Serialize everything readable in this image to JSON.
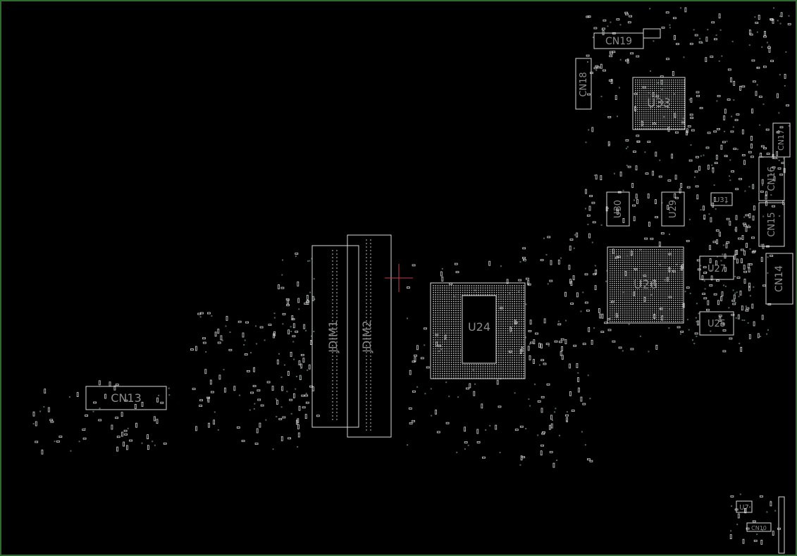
{
  "viewer": {
    "background": "#000000",
    "frame_color": "#2f6b2f",
    "outline_color": "#d8d8d8",
    "label_color": "#8a8a8a",
    "cursor_color": "#c04050"
  },
  "labels": {
    "cn19": "CN19",
    "cn18": "CN18",
    "u33": "U33",
    "cn17": "CN17",
    "cn16": "CN16",
    "cn15": "CN15",
    "cn14": "CN14",
    "u30": "U30",
    "u29": "U29",
    "u31": "U31",
    "u26": "U26",
    "u27": "U27",
    "u25": "U25",
    "u24": "U24",
    "jdim1": "JDIM1",
    "jdim2": "JDIM2",
    "cn13": "CN13",
    "u7": "U7",
    "cn10": "CN10"
  }
}
